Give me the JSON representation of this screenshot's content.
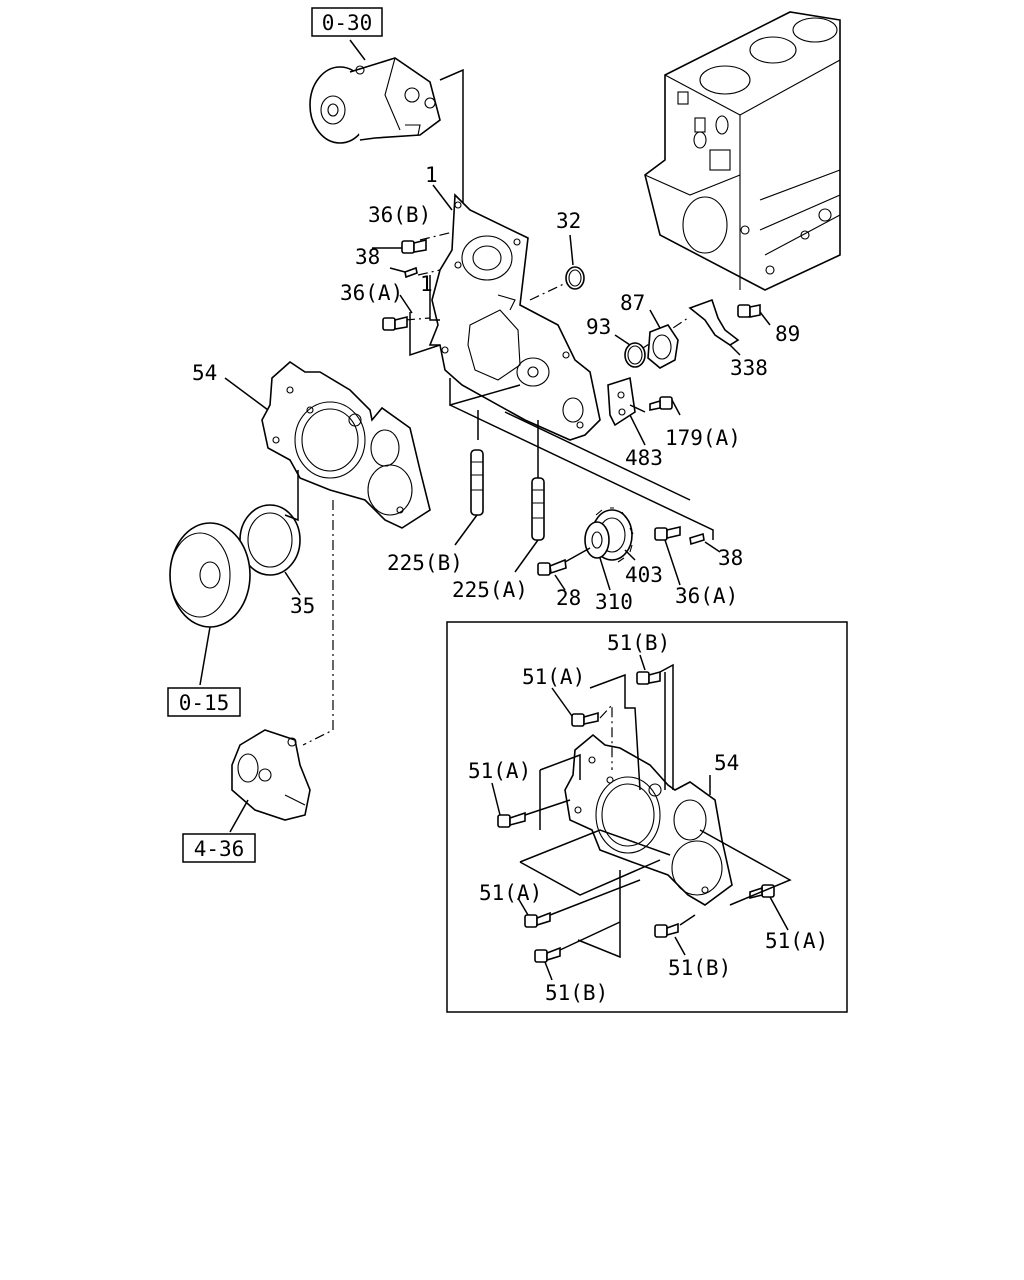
{
  "references": {
    "ref_0_30": "0-30",
    "ref_0_15": "0-15",
    "ref_4_36": "4-36"
  },
  "labels": {
    "l1_top": "1",
    "l36b": "36(B)",
    "l38_top": "38",
    "l1_mid": "1",
    "l36a_top": "36(A)",
    "l32": "32",
    "l87": "87",
    "l93": "93",
    "l89": "89",
    "l338": "338",
    "l54": "54",
    "l179a": "179(A)",
    "l483": "483",
    "l38_right": "38",
    "l225b": "225(B)",
    "l403": "403",
    "l225a": "225(A)",
    "l28": "28",
    "l310": "310",
    "l36a_bottom": "36(A)",
    "l35": "35"
  },
  "inset": {
    "l51b_top": "51(B)",
    "l51a_1": "51(A)",
    "l51a_2": "51(A)",
    "l54": "54",
    "l51a_3": "51(A)",
    "l51a_4": "51(A)",
    "l51b_mid": "51(B)",
    "l51b_bottom": "51(B)"
  }
}
